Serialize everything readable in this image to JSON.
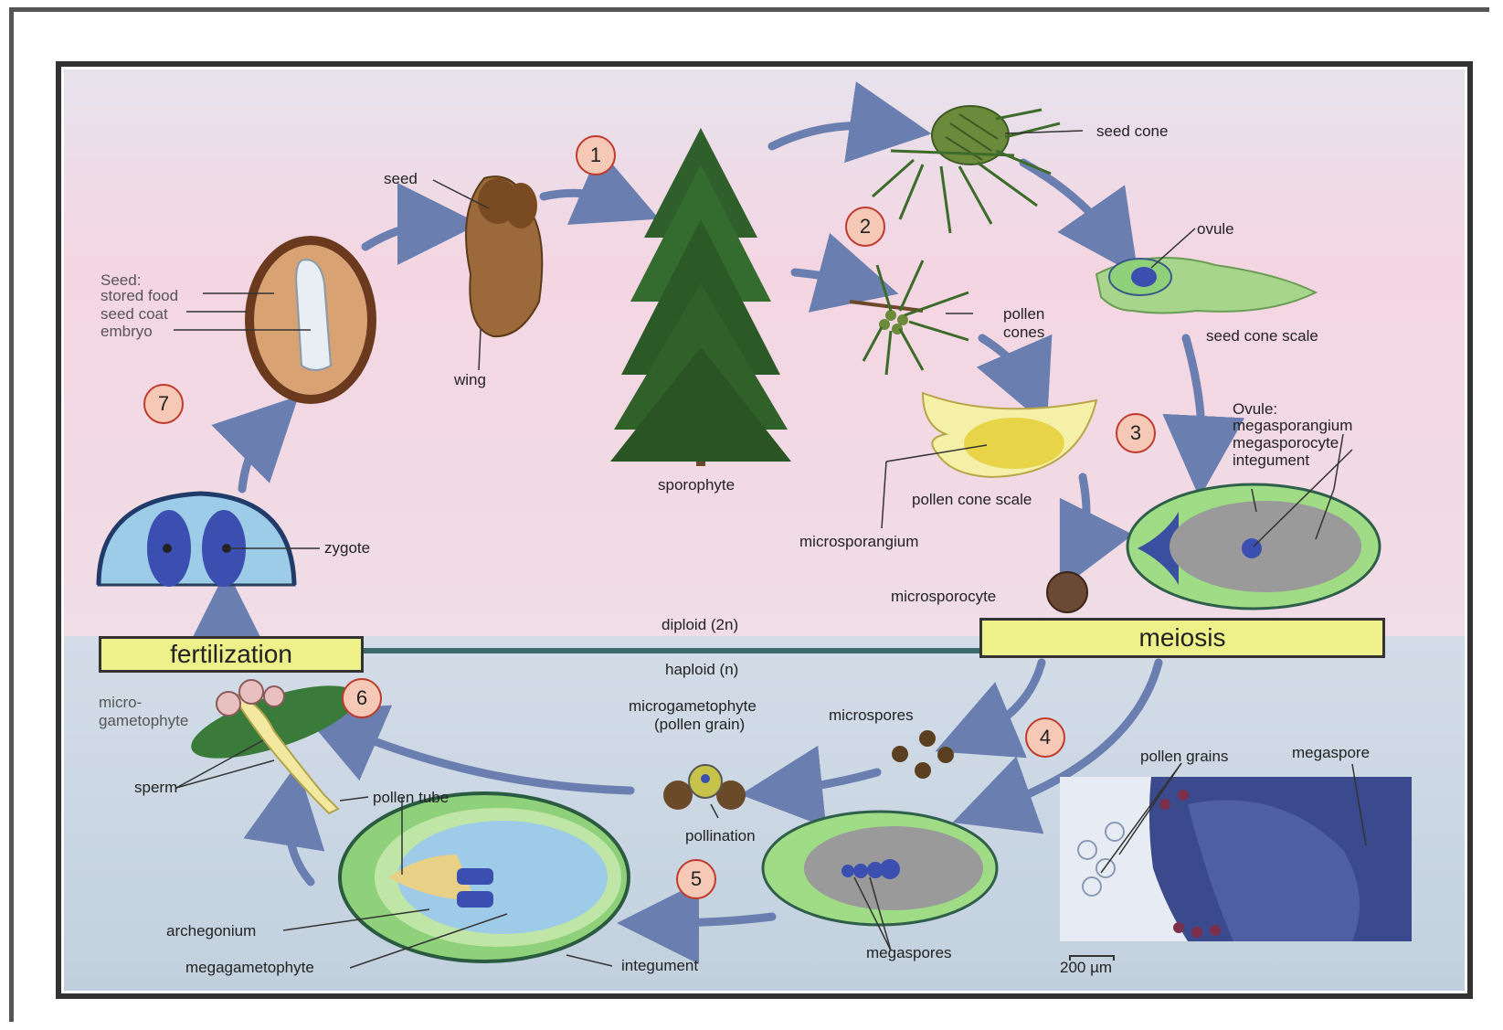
{
  "bars": {
    "fertilization": "fertilization",
    "meiosis": "meiosis"
  },
  "ploidy": {
    "diploid": "diploid (2n)",
    "haploid": "haploid (n)"
  },
  "steps": [
    "1",
    "2",
    "3",
    "4",
    "5",
    "6",
    "7"
  ],
  "labels": {
    "seed_cone": "seed cone",
    "ovule": "ovule",
    "seed_cone_scale": "seed cone scale",
    "pollen_cones": [
      "pollen",
      "cones"
    ],
    "seed": "seed",
    "wing": "wing",
    "sporophyte": "sporophyte",
    "seed_parts": [
      "Seed:",
      "stored food",
      "seed coat",
      "embryo"
    ],
    "ovule_parts": [
      "Ovule:",
      "megasporangium",
      "megasporocyte",
      "integument"
    ],
    "pollen_cone_scale": "pollen cone scale",
    "microsporangium": "microsporangium",
    "microsporocyte": "microsporocyte",
    "zygote": "zygote",
    "microgametophyte_left": [
      "micro-",
      "gametophyte"
    ],
    "microgametophyte_center": [
      "microgametophyte",
      "(pollen grain)"
    ],
    "microspores": "microspores",
    "pollen_grains": "pollen grains",
    "megaspore": "megaspore",
    "sperm": "sperm",
    "pollen_tube": "pollen tube",
    "pollination": "pollination",
    "archegonium": "archegonium",
    "megagametophyte": "megagametophyte",
    "integument_bottom": "integument",
    "megaspores": "megaspores",
    "scale": "200 µm"
  },
  "colors": {
    "diploid_bg": "#f4dbe4",
    "haploid_bg": "#c9d7e3",
    "arrow": "#6a7fb0",
    "bar_fill": "#eef08a",
    "step_fill": "#f6c9b7",
    "integument_green": "#8fd17a",
    "cell_blue": "#3a4fb0"
  }
}
